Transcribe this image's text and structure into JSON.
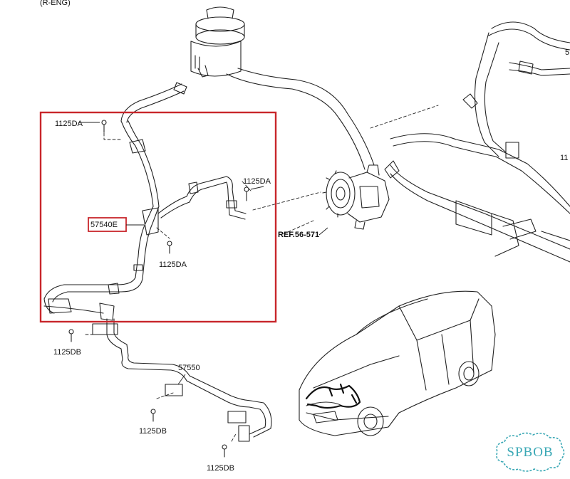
{
  "engine_label": "(R-ENG)",
  "reference": "REF.56-571",
  "callouts": {
    "bolt_1125da_top": "1125DA",
    "bolt_1125da_right": "1125DA",
    "bolt_1125da_mid": "1125DA",
    "part_57540e": "57540E",
    "bolt_1125db_left": "1125DB",
    "part_57550": "57550",
    "bolt_1125db_mid": "1125DB",
    "bolt_1125db_bottom": "1125DB",
    "cut_top_right": "5",
    "cut_mid_right": "11"
  },
  "watermark": "SPBOB",
  "colors": {
    "highlight_box": "#c8262b",
    "line": "#222222",
    "watermark": "#3aa8b5",
    "harness": "#111111"
  }
}
